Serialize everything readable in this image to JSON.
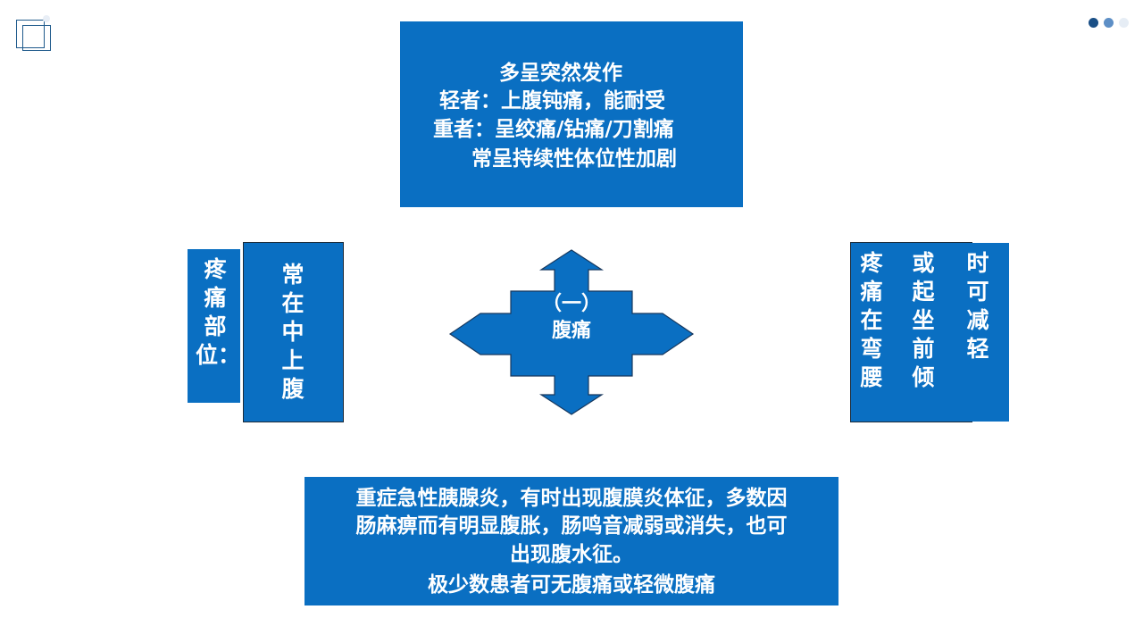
{
  "top_box": {
    "lines": [
      "多呈突然发作",
      "轻者：上腹钝痛，能耐受",
      "重者：呈绞痛/钻痛/刀割痛",
      "常呈持续性体位性加剧"
    ]
  },
  "center": {
    "line1": "（一）",
    "line2": "腹痛"
  },
  "left": {
    "label": "疼痛部位：",
    "value": "常在中上腹"
  },
  "right": {
    "col1": "疼痛在弯腰",
    "col2": "或起坐前倾",
    "col3": "时可减轻"
  },
  "bottom_box": {
    "lines": [
      "重症急性胰腺炎，有时出现腹膜炎体征，多数因",
      "肠麻痹而有明显腹胀，肠鸣音减弱或消失，也可",
      "出现腹水征。",
      "极少数患者可无腹痛或轻微腹痛"
    ]
  },
  "colors": {
    "box_blue": "#0a6fc2",
    "arrow_fill": "#0a6fc2",
    "arrow_stroke": "#17385e",
    "deco_dark": "#1a4f86",
    "deco_mid": "#5d8fc6"
  }
}
